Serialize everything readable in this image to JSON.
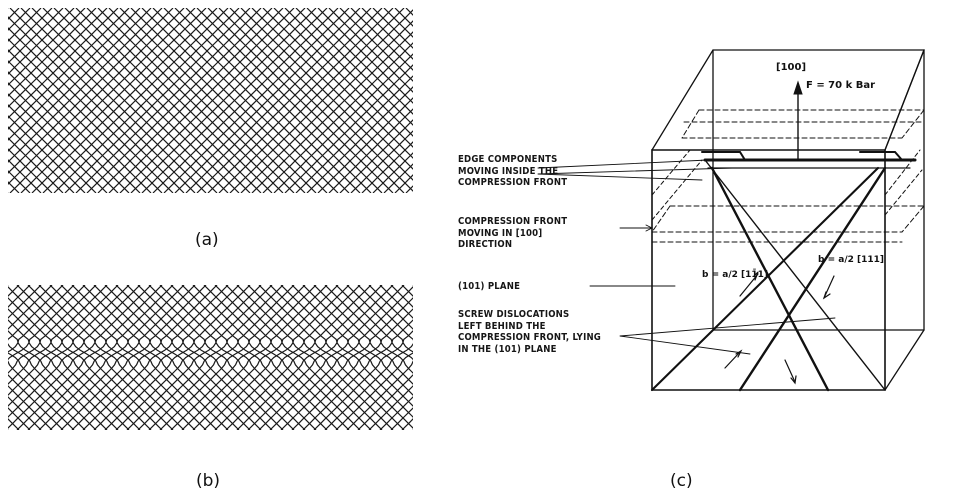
{
  "panels": {
    "a": {
      "caption": "(a)"
    },
    "b": {
      "caption": "(b)"
    },
    "c": {
      "caption": "(c)",
      "direction_label": "[100]",
      "force_label": "F = 70 k Bar",
      "burgers_left": "b = a/2 [11̄1]",
      "burgers_right": "b = a/2 [111]",
      "callouts": [
        "EDGE COMPONENTS\nMOVING INSIDE THE\nCOMPRESSION FRONT",
        "COMPRESSION FRONT\nMOVING IN [100]\nDIRECTION",
        "(101) PLANE",
        "SCREW DISLOCATIONS\nLEFT BEHIND THE\nCOMPRESSION FRONT, LYING\nIN THE (101) PLANE"
      ]
    }
  }
}
